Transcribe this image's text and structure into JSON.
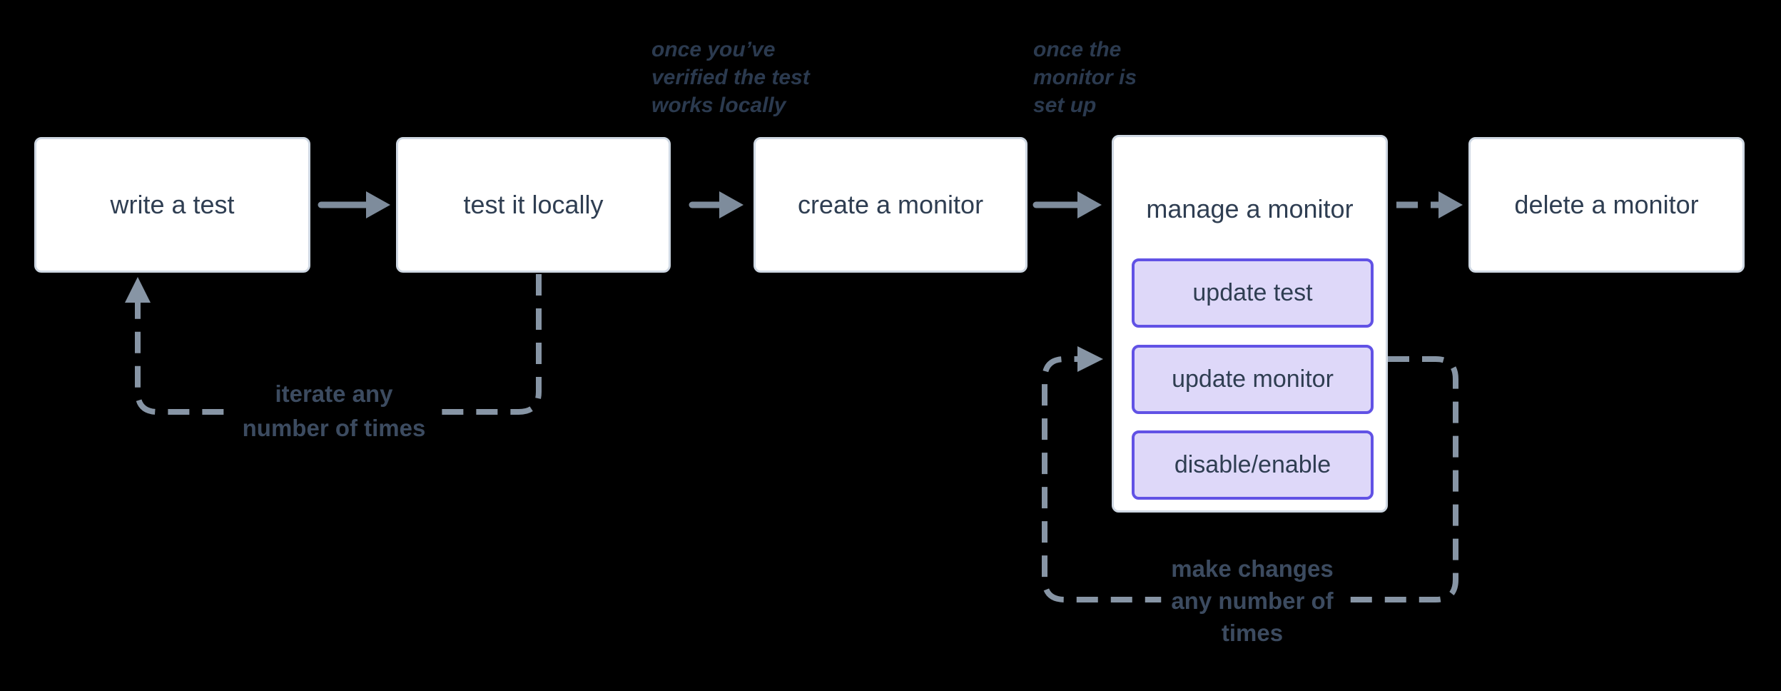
{
  "colors": {
    "background": "#000000",
    "node_bg": "#ffffff",
    "node_border": "#cfd8e3",
    "node_text": "#2f3e52",
    "arrow": "#7e8c9c",
    "dashed": "#8795a5",
    "annotation_text": "#2b3a4f",
    "loop_label_text": "#3c4b60",
    "subaction_bg": "#ded8f9",
    "subaction_border": "#6152e5"
  },
  "nodes": {
    "write_test": {
      "label": "write a test"
    },
    "test_locally": {
      "label": "test it locally"
    },
    "create_monitor": {
      "label": "create a monitor"
    },
    "manage_monitor": {
      "label": "manage a monitor",
      "subactions": [
        {
          "label": "update test"
        },
        {
          "label": "update monitor"
        },
        {
          "label": "disable/enable"
        }
      ]
    },
    "delete_monitor": {
      "label": "delete a monitor"
    }
  },
  "annotations": {
    "verified_locally": {
      "lines": [
        "once you’ve",
        "verified the test",
        "works locally"
      ]
    },
    "monitor_set_up": {
      "lines": [
        "once the",
        "monitor is",
        "set up"
      ]
    }
  },
  "loop_labels": {
    "iterate": {
      "lines": [
        "iterate any",
        "number of times"
      ]
    },
    "make_changes": {
      "lines": [
        "make changes",
        "any number of",
        "times"
      ]
    }
  }
}
